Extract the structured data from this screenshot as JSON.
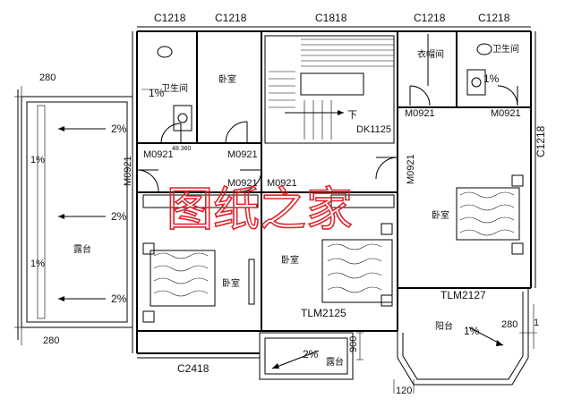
{
  "window_labels": {
    "top_left_1": "C1218",
    "top_left_2": "C1218",
    "top_center": "C1818",
    "top_right_1": "C1218",
    "top_right_2": "C1218",
    "right_side": "C1218",
    "bottom_left": "C2418",
    "bottom_center_door": "TLM2125",
    "right_door": "TLM2127"
  },
  "door_labels": {
    "bath_left": "M0921",
    "bed_left_top": "M0921",
    "bed_left_side": "M0921",
    "bed_mid_top_a": "M0921",
    "bed_mid_top_b": "M0921",
    "bed_right_side": "M0921",
    "closet_right": "M0921",
    "bath_right": "M0921",
    "stair_door": "DK1125"
  },
  "rooms": {
    "bath_left": "卫生间",
    "bedroom_top": "卧室",
    "closet": "衣帽间",
    "bath_right": "卫生间",
    "bedroom_left": "卧室",
    "bedroom_mid": "卧室",
    "bedroom_right": "卧室",
    "terrace_left": "露台",
    "terrace_bottom": "露台",
    "balcony": "阳台"
  },
  "slopes": {
    "s1": "2%",
    "s2": "2%",
    "s3": "2%",
    "s4": "1%",
    "s5": "1%",
    "bath_left": "1%",
    "bath_right": "1%",
    "terrace_bottom": "2%",
    "balcony": "1%"
  },
  "dimensions": {
    "d280_top": "280",
    "d280_bottom": "280",
    "d280_right": "280",
    "d900": "900",
    "d120": "120",
    "d1": "1",
    "elev": "48.360"
  },
  "stair_label": "下",
  "watermark": "图纸之家",
  "colors": {
    "watermark": "#e0222a",
    "lines": "#000000"
  }
}
